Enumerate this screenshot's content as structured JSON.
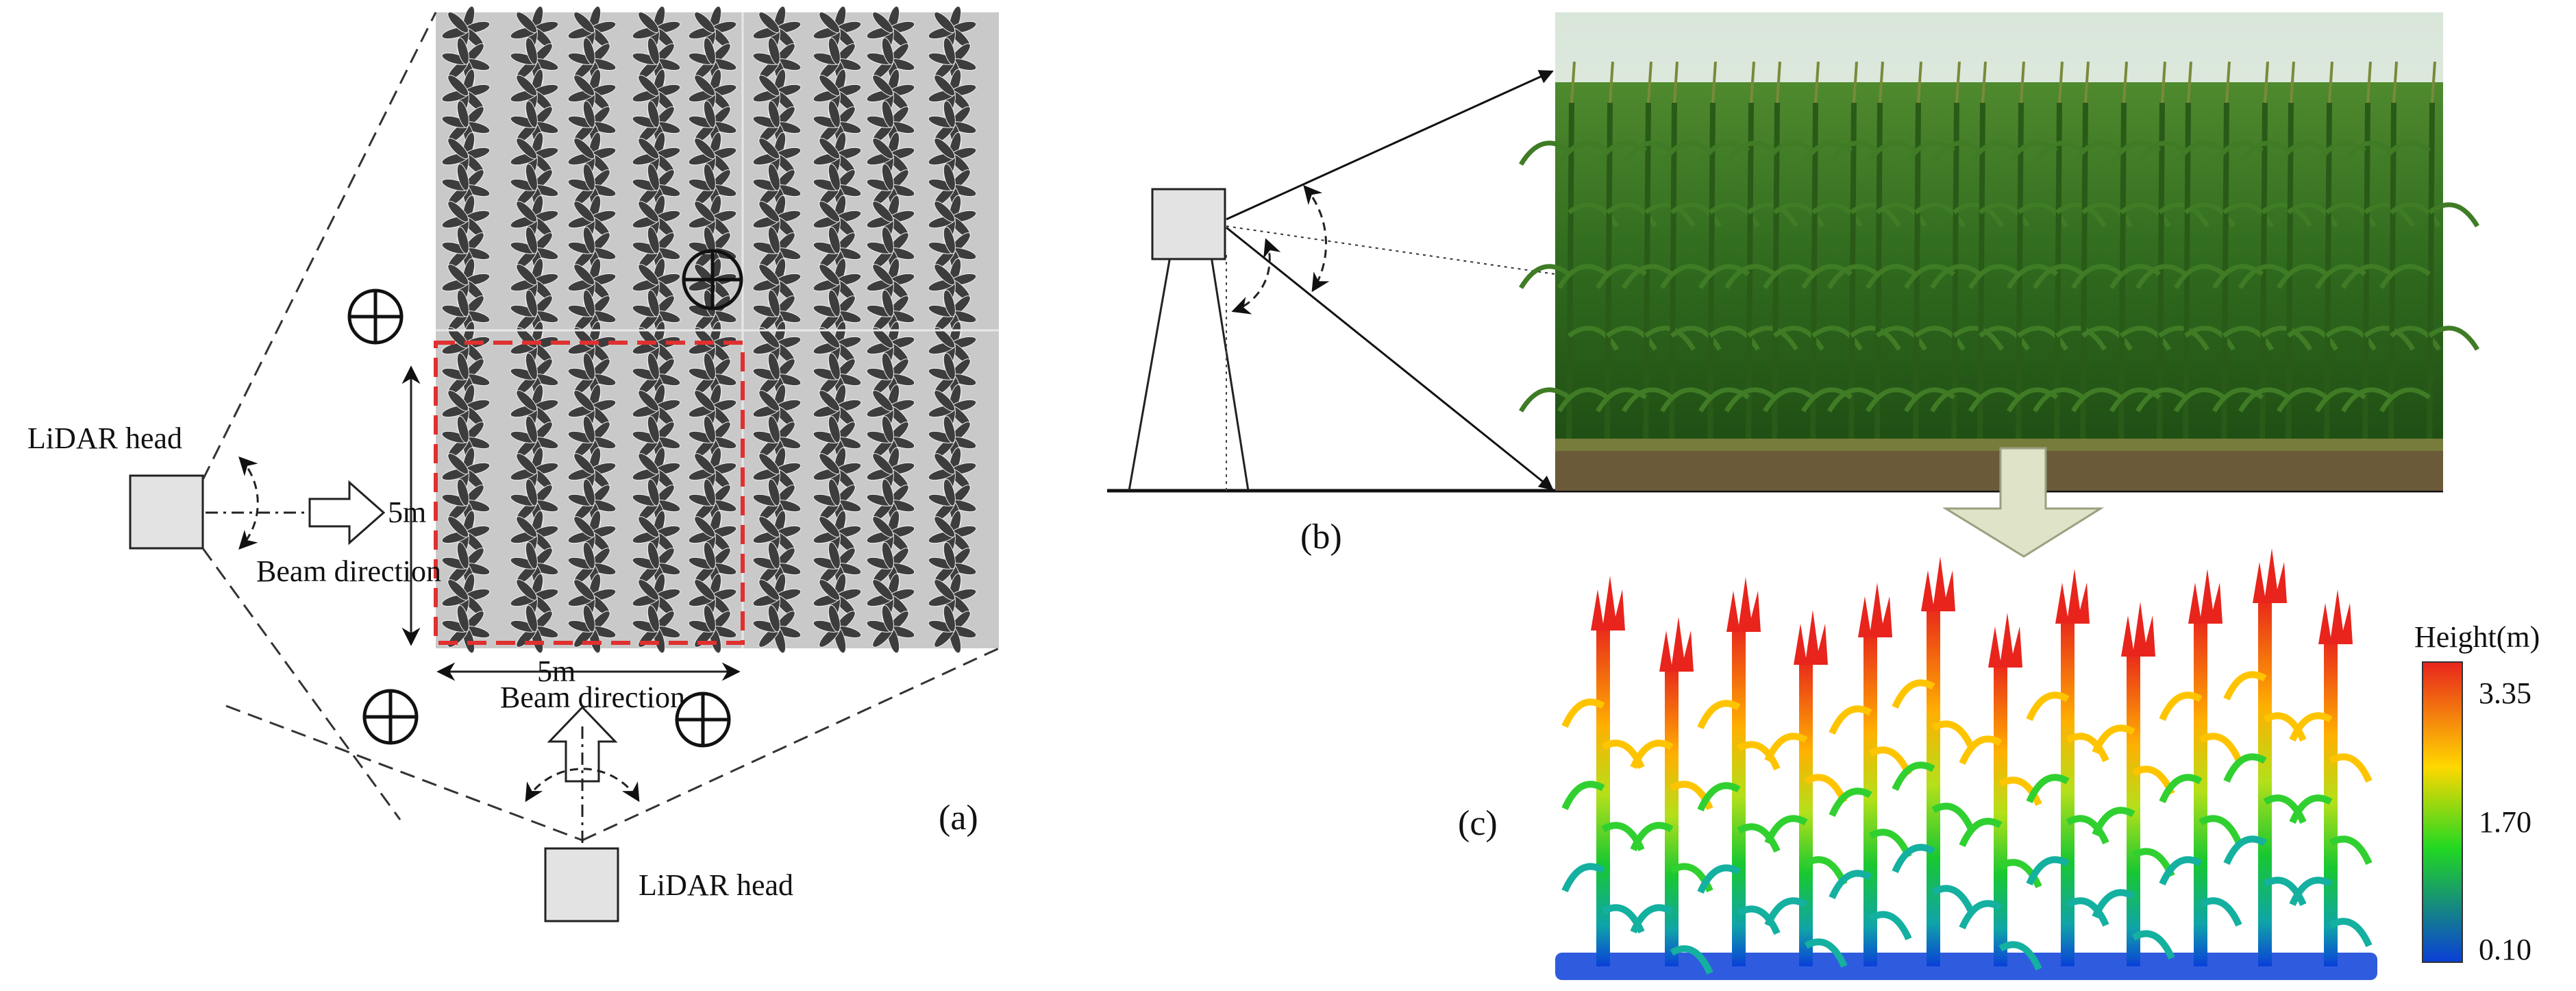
{
  "panel_a": {
    "label": "(a)",
    "lidar_head_left": "LiDAR head",
    "lidar_head_bottom": "LiDAR head",
    "beam_direction_left": "Beam direction",
    "beam_direction_bottom": "Beam direction",
    "dim_vertical": "5m",
    "dim_horizontal": "5m"
  },
  "panel_b": {
    "label": "(b)"
  },
  "panel_c": {
    "label": "(c)",
    "colorbar_title": "Height(m)",
    "colorbar_ticks": [
      "3.35",
      "1.70",
      "0.10"
    ],
    "colorbar_colors": [
      "#e8241c",
      "#ffd800",
      "#22d822",
      "#0a3fd8"
    ]
  },
  "colors": {
    "device_box": "#e3e3e3",
    "field_bg": "#c9c9c9",
    "plant": "#3d3d3d",
    "subplot_outline": "#e03030",
    "flow_arrow": "#dfe3c8"
  }
}
